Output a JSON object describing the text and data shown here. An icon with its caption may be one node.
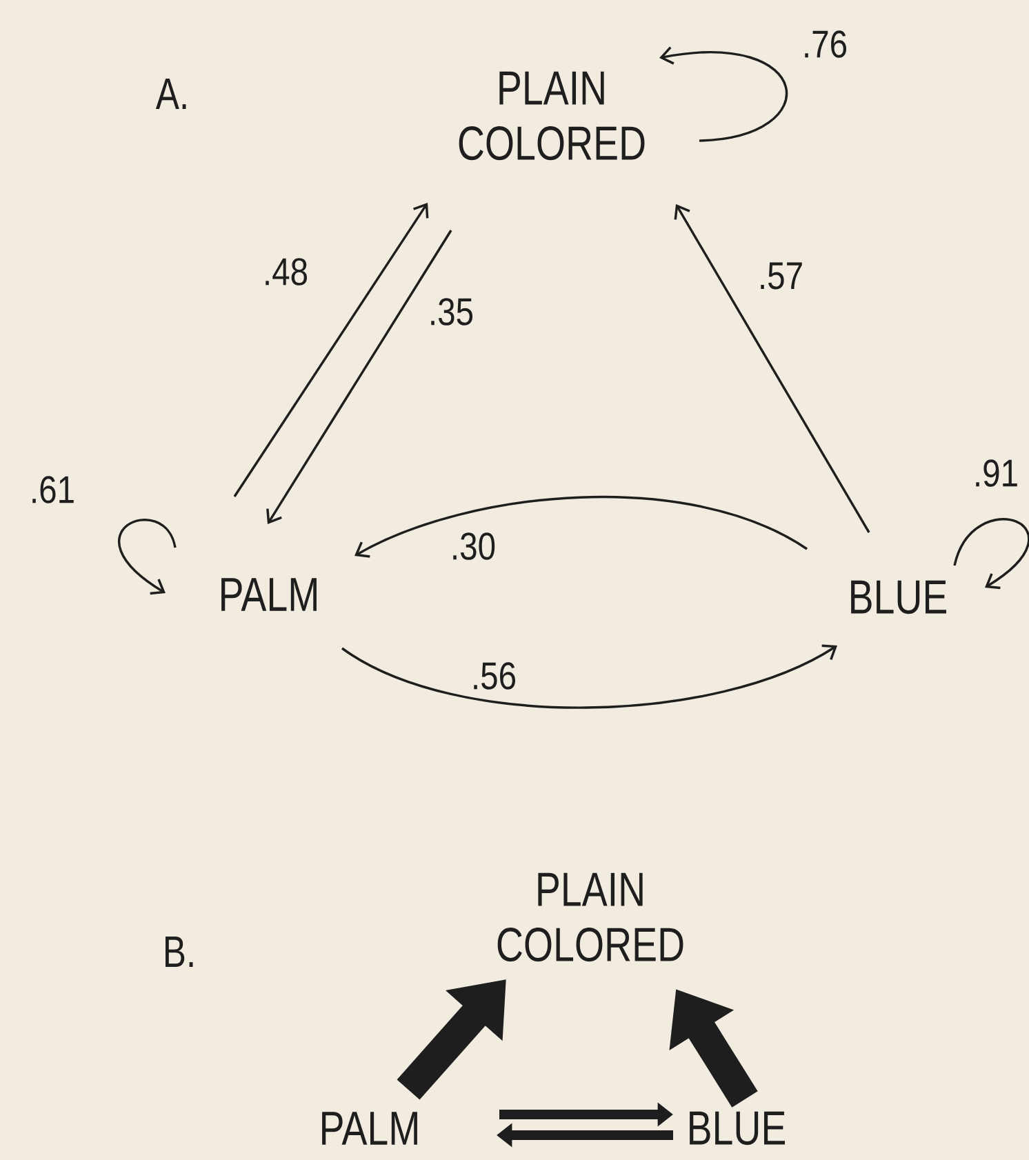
{
  "diagram": {
    "nodes": [
      {
        "text": [
          "PLAIN COLORED"
        ]
      },
      {
        "text": [
          "PALM"
        ]
      },
      {
        "text": [
          "BLUE"
        ]
      },
      {
        "text": [
          "PLAIN COLORED"
        ]
      },
      {
        "text": [
          "PALM"
        ]
      },
      {
        "text": [
          "BLUE"
        ]
      }
    ],
    "edges": [
      {
        "from": 0,
        "to": 0,
        "arrow": "to",
        "label": ".76"
      },
      {
        "from": 1,
        "to": 0,
        "arrow": "to",
        "label": ".48"
      },
      {
        "from": 0,
        "to": 1,
        "arrow": "to",
        "label": ".35"
      },
      {
        "from": 2,
        "to": 0,
        "arrow": "to",
        "label": ".57"
      },
      {
        "from": 1,
        "to": 1,
        "arrow": "to",
        "label": ".61"
      },
      {
        "from": 2,
        "to": 2,
        "arrow": "to",
        "label": ".91"
      },
      {
        "from": 2,
        "to": 1,
        "arrow": "to",
        "label": ".30"
      },
      {
        "from": 1,
        "to": 2,
        "arrow": "to",
        "label": ".56"
      },
      {
        "from": 4,
        "to": 3,
        "arrow": "to",
        "style": "thick"
      },
      {
        "from": 5,
        "to": 3,
        "arrow": "to",
        "style": "thick"
      },
      {
        "from": 4,
        "to": 5,
        "arrow": "to",
        "style": "thick"
      },
      {
        "from": 5,
        "to": 4,
        "arrow": "to",
        "style": "thick"
      }
    ],
    "labels": [
      "A.",
      "B."
    ]
  }
}
